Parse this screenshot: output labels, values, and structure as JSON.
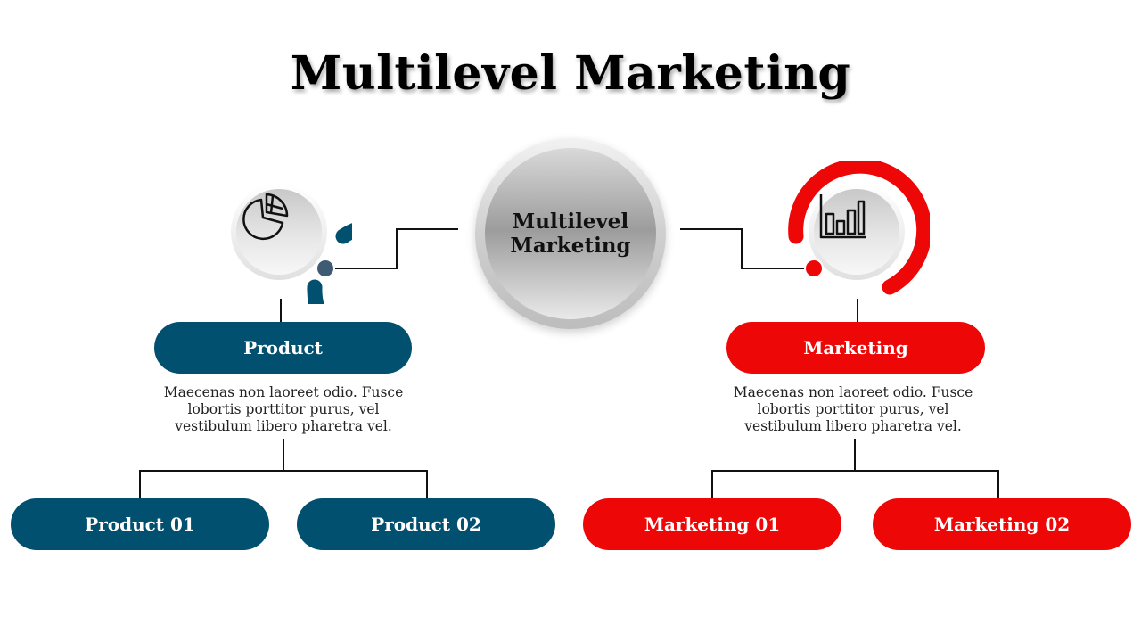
{
  "title": "Multilevel Marketing",
  "center": {
    "label": "Multilevel Marketing"
  },
  "colors": {
    "blue": "#02506f",
    "red": "#ee0707",
    "gray": "#bdbdbd"
  },
  "left": {
    "icon": "pie-chart-icon",
    "label": "Product",
    "description": "Maecenas non laoreet odio. Fusce lobortis porttitor purus, vel vestibulum libero pharetra vel.",
    "children": [
      "Product 01",
      "Product 02"
    ]
  },
  "right": {
    "icon": "bar-chart-icon",
    "label": "Marketing",
    "description": "Maecenas non laoreet odio. Fusce lobortis porttitor purus, vel vestibulum libero pharetra vel.",
    "children": [
      "Marketing 01",
      "Marketing 02"
    ]
  }
}
